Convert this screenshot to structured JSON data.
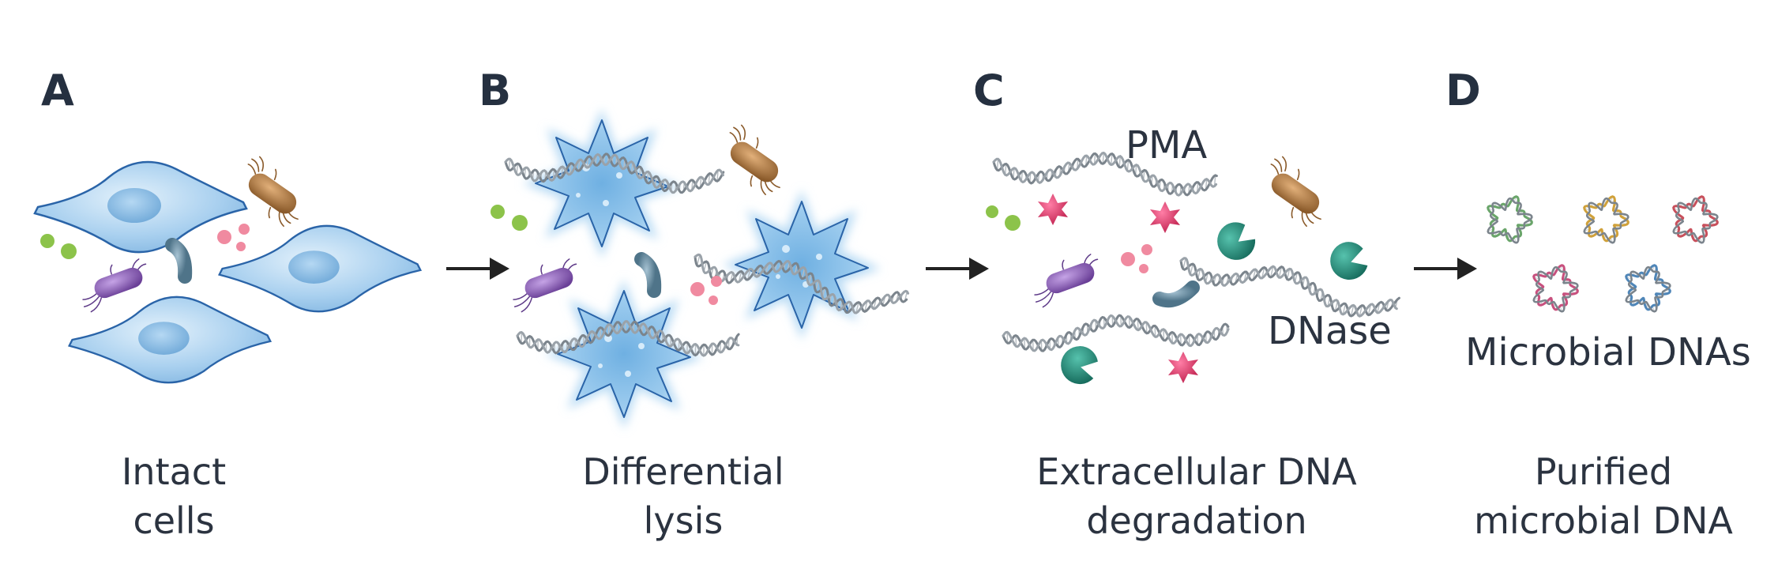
{
  "panels": [
    {
      "letter": "A",
      "caption_line1": "Intact",
      "caption_line2": "cells"
    },
    {
      "letter": "B",
      "caption_line1": "Differential",
      "caption_line2": "lysis"
    },
    {
      "letter": "C",
      "caption_line1": "Extracellular DNA",
      "caption_line2": "degradation"
    },
    {
      "letter": "D",
      "caption_line1": "Purified",
      "caption_line2": "microbial DNA"
    }
  ],
  "labels": {
    "pma": "PMA",
    "dnase": "DNase",
    "microbial_dnas": "Microbial DNAs"
  },
  "colors": {
    "host_cell": "#a9d0ef",
    "host_outline": "#2a64a8",
    "dna_strand": "#8a9299",
    "pma_marker": "#e23d6e",
    "dnase_enzyme": "#1f8c7a",
    "bacterium_brown": "#a9733a",
    "bacterium_purple": "#8d62b7",
    "bacterium_teal": "#6f92a6",
    "particle_green": "#8cc34a",
    "particle_pink": "#f08aa0",
    "arrow": "#222222"
  }
}
